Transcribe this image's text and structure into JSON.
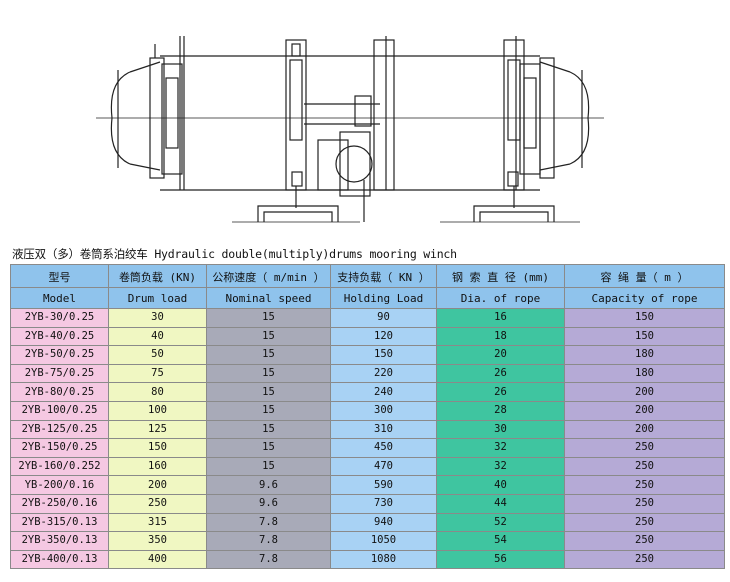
{
  "caption": "液压双（多）卷筒系泊绞车 Hydraulic double(multiply)drums mooring winch",
  "columns": [
    {
      "zh": "型号",
      "en": "Model"
    },
    {
      "zh": "卷筒负载 (KN)",
      "en": "Drum load"
    },
    {
      "zh": "公称速度（ m/min ）",
      "en": "Nominal speed"
    },
    {
      "zh": "支持负载（ KN ）",
      "en": "Holding Load"
    },
    {
      "zh": "钢 索 直 径 (mm)",
      "en": "Dia.  of rope"
    },
    {
      "zh": "容 绳 量（ m ）",
      "en": "Capacity of rope"
    }
  ],
  "rows": [
    [
      "2YB-30/0.25",
      "30",
      "15",
      "90",
      "16",
      "150"
    ],
    [
      "2YB-40/0.25",
      "40",
      "15",
      "120",
      "18",
      "150"
    ],
    [
      "2YB-50/0.25",
      "50",
      "15",
      "150",
      "20",
      "180"
    ],
    [
      "2YB-75/0.25",
      "75",
      "15",
      "220",
      "26",
      "180"
    ],
    [
      "2YB-80/0.25",
      "80",
      "15",
      "240",
      "26",
      "200"
    ],
    [
      "2YB-100/0.25",
      "100",
      "15",
      "300",
      "28",
      "200"
    ],
    [
      "2YB-125/0.25",
      "125",
      "15",
      "310",
      "30",
      "200"
    ],
    [
      "2YB-150/0.25",
      "150",
      "15",
      "450",
      "32",
      "250"
    ],
    [
      "2YB-160/0.252",
      "160",
      "15",
      "470",
      "32",
      "250"
    ],
    [
      "YB-200/0.16",
      "200",
      "9.6",
      "590",
      "40",
      "250"
    ],
    [
      "2YB-250/0.16",
      "250",
      "9.6",
      "730",
      "44",
      "250"
    ],
    [
      "2YB-315/0.13",
      "315",
      "7.8",
      "940",
      "52",
      "250"
    ],
    [
      "2YB-350/0.13",
      "350",
      "7.8",
      "1050",
      "54",
      "250"
    ],
    [
      "2YB-400/0.13",
      "400",
      "7.8",
      "1080",
      "56",
      "250"
    ]
  ]
}
